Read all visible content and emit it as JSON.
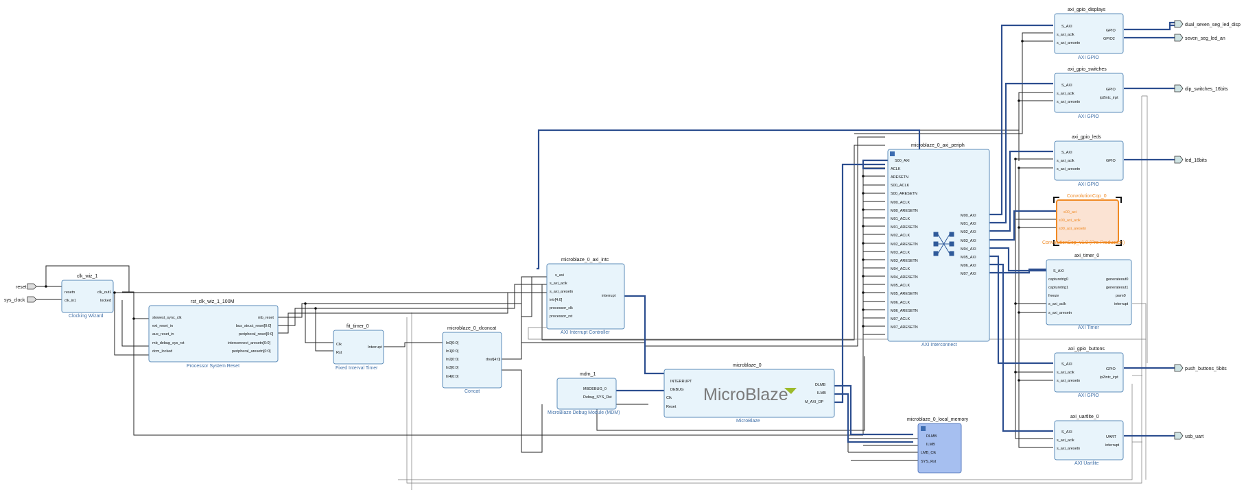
{
  "external_ports": {
    "reset": "reset",
    "sys_clock": "sys_clock",
    "dual_seven_seg_led_disp": "dual_seven_seg_led_disp",
    "seven_seg_led_an": "seven_seg_led_an",
    "dip_switches_16bits": "dip_switches_16bits",
    "led_16bits": "led_16bits",
    "push_buttons_5bits": "push_buttons_5bits",
    "usb_uart": "usb_uart"
  },
  "clk_wiz": {
    "name": "clk_wiz_1",
    "subtitle": "Clocking Wizard",
    "pins": [
      "resetn",
      "clk_in1",
      "clk_out1",
      "locked"
    ]
  },
  "rst": {
    "name": "rst_clk_wiz_1_100M",
    "subtitle": "Processor System Reset",
    "pins_in": [
      "slowest_sync_clk",
      "ext_reset_in",
      "aux_reset_in",
      "mb_debug_sys_rst",
      "dcm_locked"
    ],
    "pins_out": [
      "mb_reset",
      "bus_struct_reset[0:0]",
      "peripheral_reset[0:0]",
      "interconnect_aresetn[0:0]",
      "peripheral_aresetn[0:0]"
    ]
  },
  "fit": {
    "name": "fit_timer_0",
    "subtitle": "Fixed Interval Timer",
    "pins": [
      "Clk",
      "Rst",
      "Interrupt"
    ]
  },
  "concat": {
    "name": "microblaze_0_xlconcat",
    "subtitle": "Concat",
    "pins_in": [
      "In0[0:0]",
      "In1[0:0]",
      "In2[0:0]",
      "In3[0:0]",
      "In4[0:0]"
    ],
    "pin_out": "dout[4:0]"
  },
  "intc": {
    "name": "microblaze_0_axi_intc",
    "subtitle": "AXI Interrupt Controller",
    "pins_in": [
      "s_axi",
      "s_axi_aclk",
      "s_axi_aresetn",
      "intr[4:0]",
      "processor_clk",
      "processor_rst"
    ],
    "pin_out": "interrupt"
  },
  "mdm": {
    "name": "mdm_1",
    "subtitle": "MicroBlaze Debug Module (MDM)",
    "pins": [
      "MBDEBUG_0",
      "Debug_SYS_Rst"
    ]
  },
  "mb": {
    "name": "microblaze_0",
    "subtitle": "MicroBlaze",
    "logo": "MicroBlaze",
    "pins_in": [
      "INTERRUPT",
      "DEBUG",
      "Clk",
      "Reset"
    ],
    "pins_out": [
      "DLMB",
      "ILMB",
      "M_AXI_DP"
    ]
  },
  "periph": {
    "name": "microblaze_0_axi_periph",
    "subtitle": "AXI Interconnect",
    "pins_in": [
      "S00_AXI",
      "ACLK",
      "ARESETN",
      "S00_ACLK",
      "S00_ARESETN",
      "M00_ACLK",
      "M00_ARESETN",
      "M01_ACLK",
      "M01_ARESETN",
      "M02_ACLK",
      "M02_ARESETN",
      "M03_ACLK",
      "M03_ARESETN",
      "M04_ACLK",
      "M04_ARESETN",
      "M05_ACLK",
      "M05_ARESETN",
      "M06_ACLK",
      "M06_ARESETN",
      "M07_ACLK",
      "M07_ARESETN"
    ],
    "pins_out": [
      "M00_AXI",
      "M01_AXI",
      "M02_AXI",
      "M03_AXI",
      "M04_AXI",
      "M05_AXI",
      "M06_AXI",
      "M07_AXI"
    ]
  },
  "lmem": {
    "name": "microblaze_0_local_memory",
    "pins": [
      "DLMB",
      "ILMB",
      "LMB_Clk",
      "SYS_Rst"
    ]
  },
  "gpio_disp": {
    "name": "axi_gpio_displays",
    "subtitle": "AXI GPIO",
    "pins_in": [
      "S_AXI",
      "s_axi_aclk",
      "s_axi_aresetn"
    ],
    "pins_out": [
      "GPIO",
      "GPIO2"
    ]
  },
  "gpio_sw": {
    "name": "axi_gpio_switches",
    "subtitle": "AXI GPIO",
    "pins_in": [
      "S_AXI",
      "s_axi_aclk",
      "s_axi_aresetn"
    ],
    "pins_out": [
      "GPIO",
      "ip2intc_irpt"
    ]
  },
  "gpio_led": {
    "name": "axi_gpio_leds",
    "subtitle": "AXI GPIO",
    "pins_in": [
      "S_AXI",
      "s_axi_aclk",
      "s_axi_aresetn"
    ],
    "pins_out": [
      "GPIO"
    ]
  },
  "conv": {
    "name": "ConvolutionCop_0",
    "subtitle": "ConvolutionCop_v1.0 (Pre-Production)",
    "pins": [
      "s00_axi",
      "s00_axi_aclk",
      "s00_axi_aresetn"
    ]
  },
  "timer": {
    "name": "axi_timer_0",
    "subtitle": "AXI Timer",
    "pins_in": [
      "S_AXI",
      "capturetrig0",
      "capturetrig1",
      "freeze",
      "s_axi_aclk",
      "s_axi_aresetn"
    ],
    "pins_out": [
      "generateout0",
      "generateout1",
      "pwm0",
      "interrupt"
    ]
  },
  "gpio_btn": {
    "name": "axi_gpio_buttons",
    "subtitle": "AXI GPIO",
    "pins_in": [
      "S_AXI",
      "s_axi_aclk",
      "s_axi_aresetn"
    ],
    "pins_out": [
      "GPIO",
      "ip2intc_irpt"
    ]
  },
  "uart": {
    "name": "axi_uartlite_0",
    "subtitle": "AXI Uartlite",
    "pins_in": [
      "S_AXI",
      "s_axi_aclk",
      "s_axi_aresetn"
    ],
    "pins_out": [
      "UART",
      "interrupt"
    ]
  }
}
